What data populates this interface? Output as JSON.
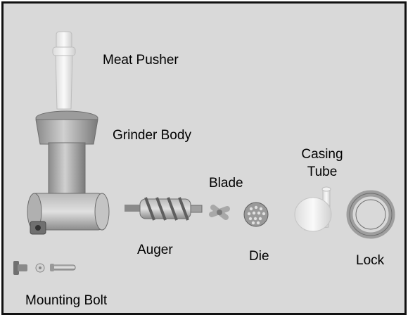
{
  "labels": {
    "meat_pusher": "Meat Pusher",
    "grinder_body": "Grinder Body",
    "casing_tube_line1": "Casing",
    "casing_tube_line2": "Tube",
    "blade": "Blade",
    "auger": "Auger",
    "die": "Die",
    "lock": "Lock",
    "mounting_bolt": "Mounting Bolt"
  },
  "colors": {
    "background": "#d9d9d9",
    "border": "#111111",
    "metal": "#a8a8a8",
    "plastic": "#eeeeee"
  }
}
